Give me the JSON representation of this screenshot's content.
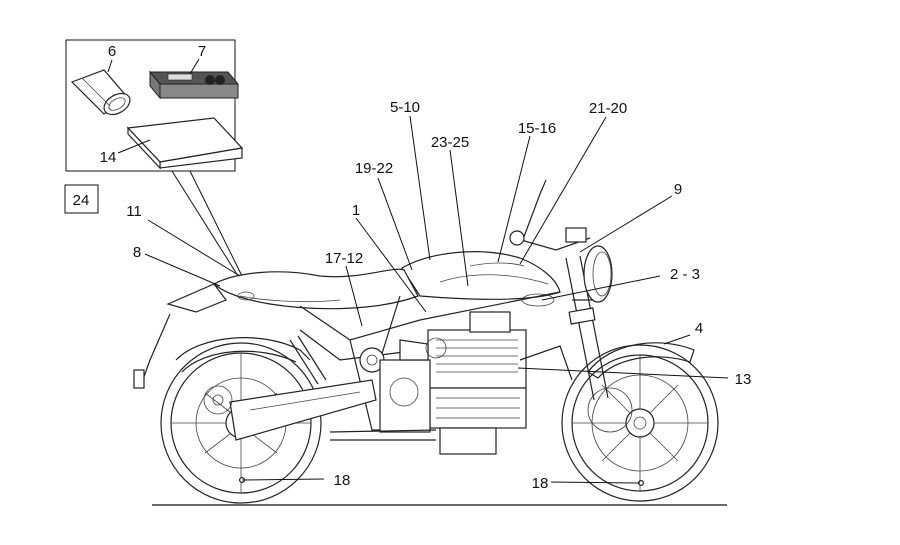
{
  "callouts": {
    "c6": "6",
    "c7": "7",
    "c14": "14",
    "c24": "24",
    "c11": "11",
    "c8": "8",
    "c5_10": "5-10",
    "c19_22": "19-22",
    "c1": "1",
    "c17_12": "17-12",
    "c23_25": "23-25",
    "c15_16": "15-16",
    "c21_20": "21-20",
    "c9": "9",
    "c2_3": "2 - 3",
    "c4": "4",
    "c13": "13",
    "c18_rear": "18",
    "c18_front": "18"
  }
}
